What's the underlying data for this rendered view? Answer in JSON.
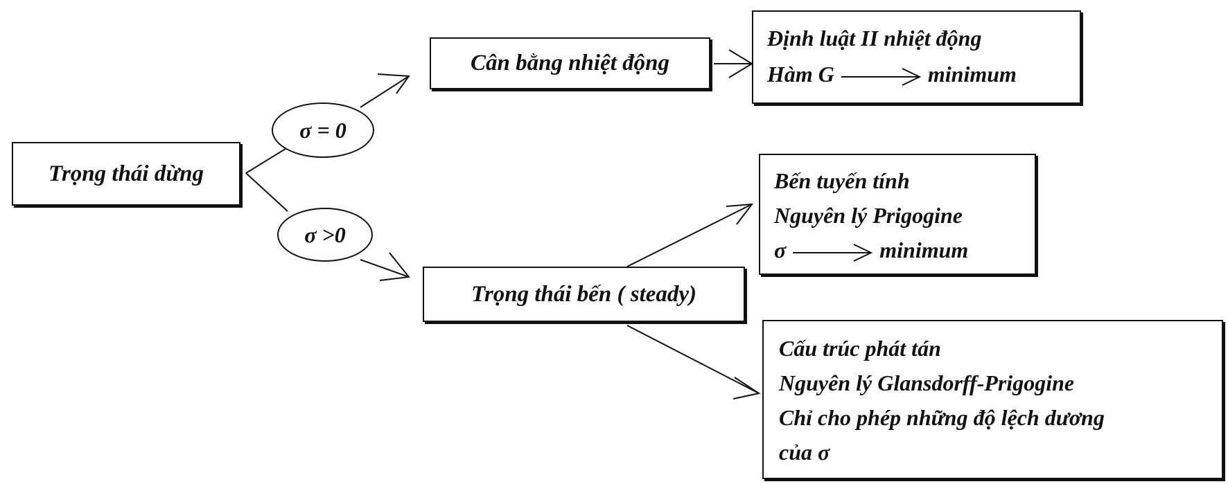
{
  "nodes": {
    "root": "Trọng thái dừng",
    "equilibrium": "Cân bằng nhiệt động",
    "steady": "Trọng thái bến ( steady)"
  },
  "conditions": {
    "zero": "σ = 0",
    "positive": "σ >0"
  },
  "results": {
    "equilibrium": {
      "line1": "Định luật II nhiệt động",
      "line2_left": "Hàm G",
      "line2_right": "minimum"
    },
    "linear": {
      "line1": "Bến tuyến tính",
      "line2": "Nguyên lý Prigogine",
      "line3_left": "σ",
      "line3_right": "minimum"
    },
    "dissipative": {
      "line1": "Cấu trúc phát tán",
      "line2": "Nguyên lý Glansdorff-Prigogine",
      "line3": "Chỉ cho phép những độ lệch dương",
      "line4": "của σ"
    }
  }
}
